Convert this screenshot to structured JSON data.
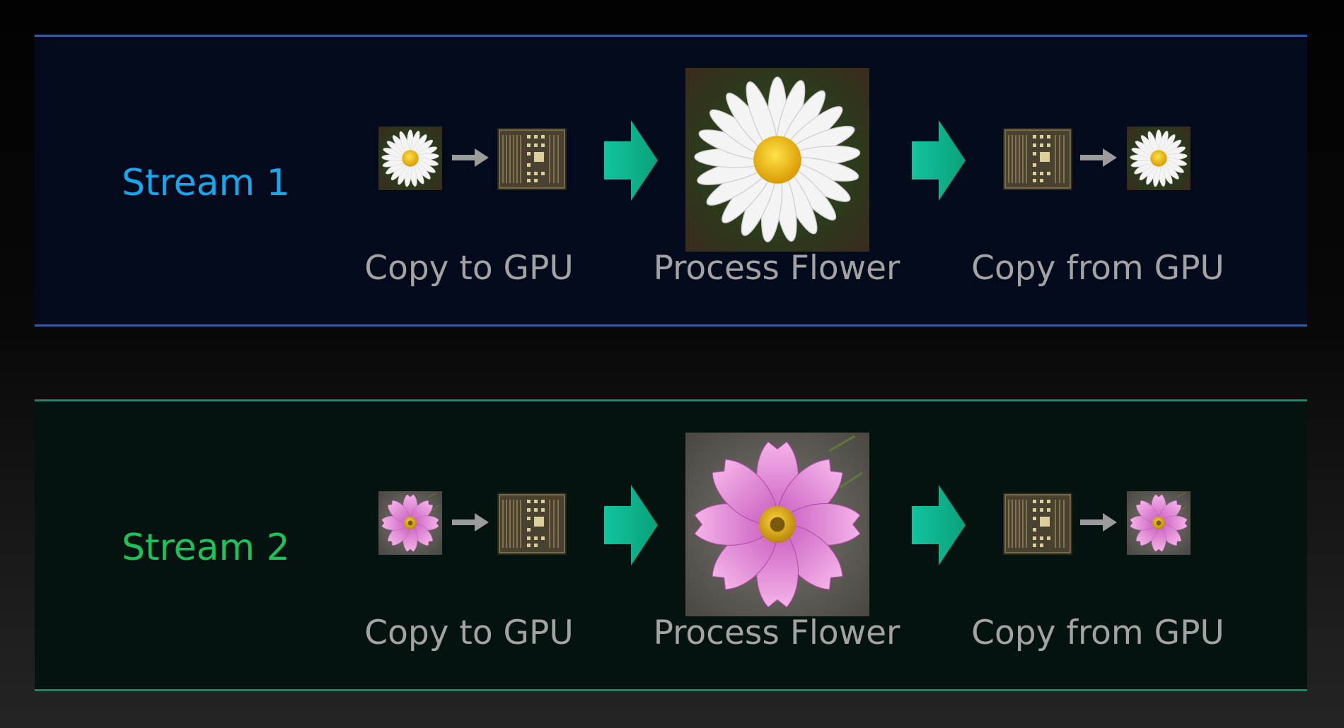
{
  "streams": [
    {
      "label": "Stream 1",
      "accent": "#1f5fd0",
      "label_color": "#16a8ee",
      "flower": "daisy",
      "steps": [
        "Copy to GPU",
        "Process Flower",
        "Copy from GPU"
      ]
    },
    {
      "label": "Stream 2",
      "accent": "#118a65",
      "label_color": "#1bc35a",
      "flower": "pink-cosmos",
      "steps": [
        "Copy to GPU",
        "Process Flower",
        "Copy from GPU"
      ]
    }
  ],
  "icons": {
    "gpu": "gpu-chip-icon",
    "small_arrow": "gray-arrow-right-icon",
    "big_arrow": "teal-arrow-right-icon"
  }
}
